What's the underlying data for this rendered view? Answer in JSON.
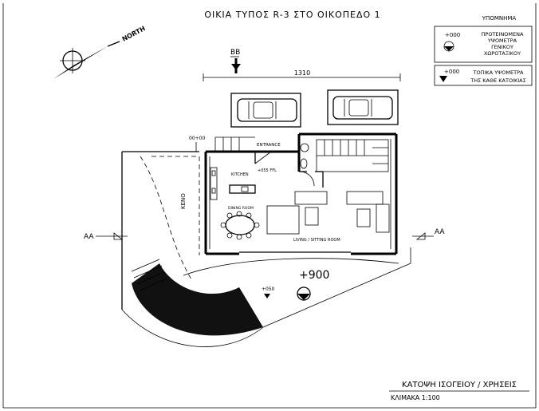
{
  "title": "ΟΙΚΙΑ ΤΥΠΟΣ R-3 ΣΤΟ ΟΙΚΟΠΕΔΟ 1",
  "legend": {
    "heading": "ΥΠΟΜΝΗΜΑ",
    "general_level_value": "+000",
    "general_level_lines": [
      "ΠΡΟΤΕΙΝΟΜΕΝΑ",
      "ΥΨΟΜΕΤΡΑ",
      "ΓΕΝΙΚΟΥ",
      "ΧΩΡΟΤΑΞΙΚΟΥ"
    ],
    "local_level_value": "+000",
    "local_level_lines": [
      "ΤΟΠΙΚΑ ΥΨΟΜΕΤΡΑ",
      "ΤΗΣ ΚΑΘΕ ΚΑΤΟΙΚΙΑΣ"
    ]
  },
  "north_label": "NORTH",
  "section_bb": "BB",
  "section_aa_left": "AA",
  "section_aa_right": "AA",
  "dimension": "1310",
  "level_entrance": "00+00",
  "entrance_label": "ENTRANCE",
  "kitchen_label": "KITCHEN",
  "ffl_label": "+055 FFL",
  "dining_label": "DINING ROOM",
  "living_label": "LIVING / SITTING ROOM",
  "keno_label": "KENO",
  "level_big": "+900",
  "level_small": "+050",
  "plan_title": "ΚΑΤΟΨΗ ΙΣΟΓΕΙΟΥ / ΧΡΗΣΕΙΣ",
  "scale": "ΚΛΙΜΑΚΑ 1:100"
}
